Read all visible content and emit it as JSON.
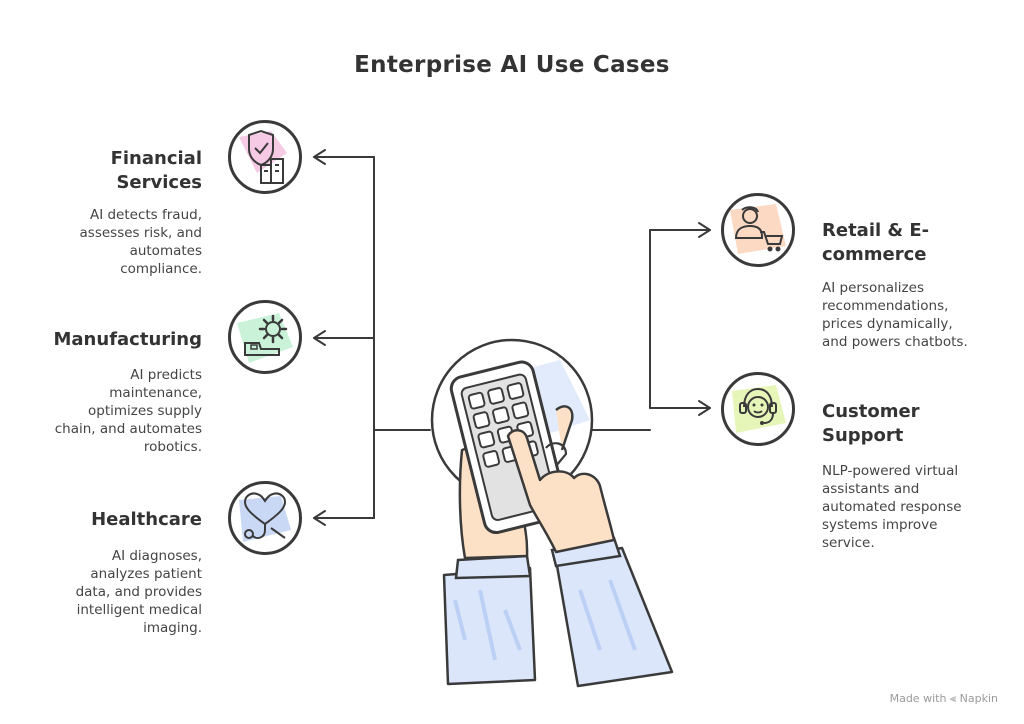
{
  "title": "Enterprise AI Use Cases",
  "left_items": [
    {
      "heading_line1": "Financial",
      "heading_line2": "Services",
      "desc": [
        "AI detects fraud,",
        "assesses risk, and",
        "automates",
        "compliance."
      ],
      "icon": "shield-building-icon",
      "color": "#f6c9e4"
    },
    {
      "heading_line1": "Manufacturing",
      "heading_line2": "",
      "desc": [
        "AI predicts",
        "maintenance,",
        "optimizes supply",
        "chain, and automates",
        "robotics."
      ],
      "icon": "gear-conveyor-icon",
      "color": "#c9f2d9"
    },
    {
      "heading_line1": "Healthcare",
      "heading_line2": "",
      "desc": [
        "AI diagnoses,",
        "analyzes patient",
        "data, and provides",
        "intelligent medical",
        "imaging."
      ],
      "icon": "heart-stethoscope-icon",
      "color": "#c9d8f4"
    }
  ],
  "right_items": [
    {
      "heading_line1": "Retail & E-",
      "heading_line2": "commerce",
      "desc": [
        "AI personalizes",
        "recommendations,",
        "prices dynamically,",
        "and powers chatbots."
      ],
      "icon": "person-cart-icon",
      "color": "#fbd9c2"
    },
    {
      "heading_line1": "Customer",
      "heading_line2": "Support",
      "desc": [
        "NLP-powered virtual",
        "assistants and",
        "automated response",
        "systems improve",
        "service."
      ],
      "icon": "headset-agent-icon",
      "color": "#e6f5b8"
    }
  ],
  "footer": {
    "made_with": "Made with",
    "brand": "Napkin"
  }
}
